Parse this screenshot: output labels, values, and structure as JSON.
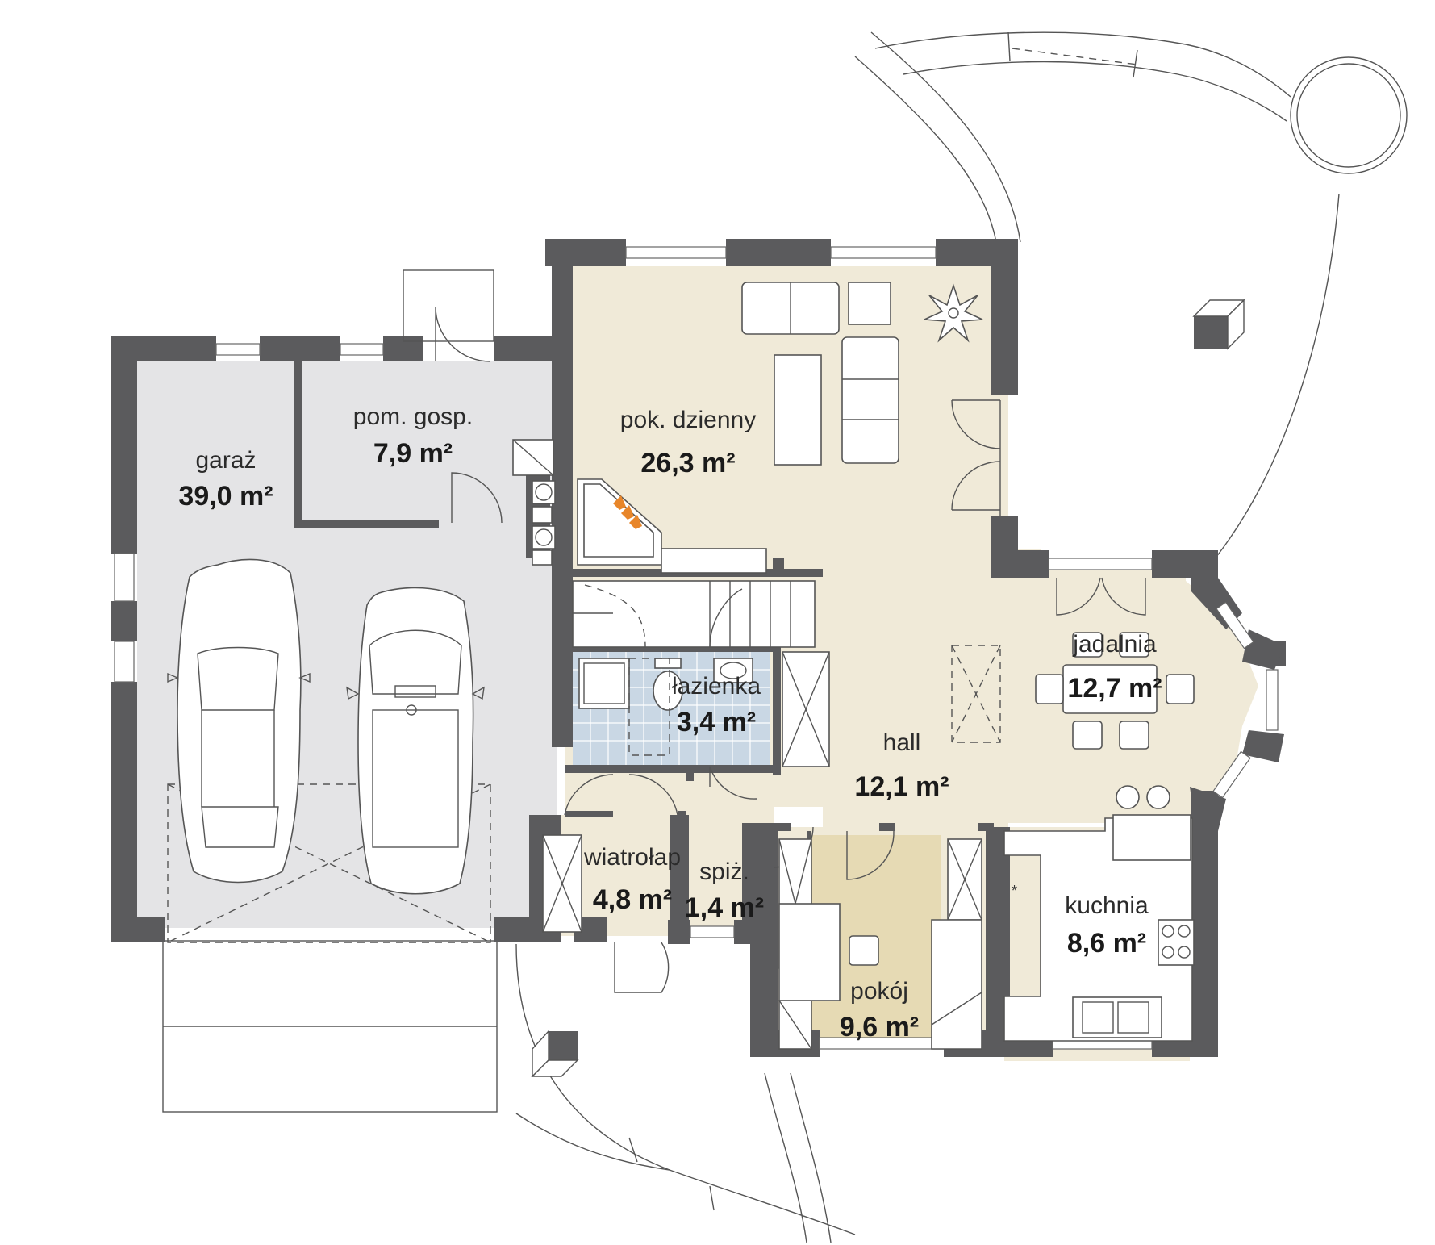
{
  "colors": {
    "wall": "#5b5b5d",
    "garage_floor": "#e4e4e6",
    "living_floor": "#f0ead8",
    "bathroom_floor": "#c9d7e4",
    "room_floor_accent": "#e6dab4",
    "kitchen_floor": "#e9dfc4",
    "fireplace_flame": "#e8862a"
  },
  "rooms": [
    {
      "id": "garaz",
      "name": "garaż",
      "area": "39,0 m²"
    },
    {
      "id": "pom_gosp",
      "name": "pom. gosp.",
      "area": "7,9 m²"
    },
    {
      "id": "pok_dzienny",
      "name": "pok. dzienny",
      "area": "26,3 m²"
    },
    {
      "id": "jadalnia",
      "name": "jadalnia",
      "area": "12,7 m²"
    },
    {
      "id": "lazienka",
      "name": "łazienka",
      "area": "3,4 m²"
    },
    {
      "id": "hall",
      "name": "hall",
      "area": "12,1 m²"
    },
    {
      "id": "wiatrolap",
      "name": "wiatrołap",
      "area": "4,8 m²"
    },
    {
      "id": "spiz",
      "name": "spiż.",
      "area": "1,4 m²"
    },
    {
      "id": "pokoj",
      "name": "pokój",
      "area": "9,6 m²"
    },
    {
      "id": "kuchnia",
      "name": "kuchnia",
      "area": "8,6 m²"
    }
  ],
  "icons": {
    "car": "car-icon",
    "plant": "plant-icon",
    "stove": "stove-icon",
    "sink": "sink-icon",
    "boiler": "boiler-icon",
    "flame": "fireplace-flame-icon"
  }
}
